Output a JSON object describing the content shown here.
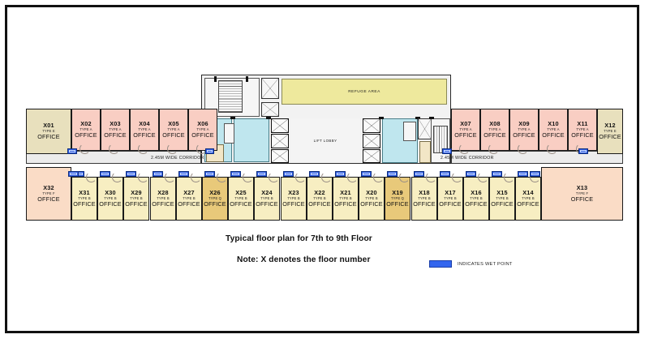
{
  "caption": {
    "line1": "Typical floor plan for 7th to 9th Floor",
    "line2": "Note: X denotes the floor number"
  },
  "legend": {
    "wet_point_label": "INDICATES WET POINT",
    "wet_point_color": "#3366ee"
  },
  "core": {
    "refuge_label": "REFUGE AREA",
    "lobby_label": "LIFT LOBBY",
    "refuge_color": "#eee99d",
    "wet_room_color": "#bfe6ee"
  },
  "corridors": [
    {
      "label": "2.45M WIDE CORRIDOR"
    },
    {
      "label": "2.45M WIDE CORRIDOR"
    }
  ],
  "unit_type_colors": {
    "TYPE A": "#f9cec3",
    "TYPE B": "#f7eec2",
    "TYPE E": "#e8e0bd",
    "TYPE F": "#fadcc6",
    "TYPE Q": "#e8c97a"
  },
  "office_word": "OFFICE",
  "top_units": [
    {
      "code": "X01",
      "type": "TYPE E",
      "use": "OFFICE"
    },
    {
      "code": "X02",
      "type": "TYPE A",
      "use": "OFFICE"
    },
    {
      "code": "X03",
      "type": "TYPE A",
      "use": "OFFICE"
    },
    {
      "code": "X04",
      "type": "TYPE A",
      "use": "OFFICE"
    },
    {
      "code": "X05",
      "type": "TYPE A",
      "use": "OFFICE"
    },
    {
      "code": "X06",
      "type": "TYPE A",
      "use": "OFFICE"
    },
    {
      "code": "X07",
      "type": "TYPE A",
      "use": "OFFICE"
    },
    {
      "code": "X08",
      "type": "TYPE A",
      "use": "OFFICE"
    },
    {
      "code": "X09",
      "type": "TYPE A",
      "use": "OFFICE"
    },
    {
      "code": "X10",
      "type": "TYPE A",
      "use": "OFFICE"
    },
    {
      "code": "X11",
      "type": "TYPE A",
      "use": "OFFICE"
    },
    {
      "code": "X12",
      "type": "TYPE E",
      "use": "OFFICE"
    }
  ],
  "bottom_units": [
    {
      "code": "X32",
      "type": "TYPE F",
      "use": "OFFICE"
    },
    {
      "code": "X31",
      "type": "TYPE B",
      "use": "OFFICE"
    },
    {
      "code": "X30",
      "type": "TYPE B",
      "use": "OFFICE"
    },
    {
      "code": "X29",
      "type": "TYPE B",
      "use": "OFFICE"
    },
    {
      "code": "X28",
      "type": "TYPE B",
      "use": "OFFICE"
    },
    {
      "code": "X27",
      "type": "TYPE B",
      "use": "OFFICE"
    },
    {
      "code": "X26",
      "type": "TYPE Q",
      "use": "OFFICE"
    },
    {
      "code": "X25",
      "type": "TYPE B",
      "use": "OFFICE"
    },
    {
      "code": "X24",
      "type": "TYPE B",
      "use": "OFFICE"
    },
    {
      "code": "X23",
      "type": "TYPE B",
      "use": "OFFICE"
    },
    {
      "code": "X22",
      "type": "TYPE B",
      "use": "OFFICE"
    },
    {
      "code": "X21",
      "type": "TYPE B",
      "use": "OFFICE"
    },
    {
      "code": "X20",
      "type": "TYPE B",
      "use": "OFFICE"
    },
    {
      "code": "X19",
      "type": "TYPE Q",
      "use": "OFFICE"
    },
    {
      "code": "X18",
      "type": "TYPE B",
      "use": "OFFICE"
    },
    {
      "code": "X17",
      "type": "TYPE B",
      "use": "OFFICE"
    },
    {
      "code": "X16",
      "type": "TYPE B",
      "use": "OFFICE"
    },
    {
      "code": "X15",
      "type": "TYPE B",
      "use": "OFFICE"
    },
    {
      "code": "X14",
      "type": "TYPE B",
      "use": "OFFICE"
    },
    {
      "code": "X13",
      "type": "TYPE F",
      "use": "OFFICE"
    }
  ]
}
